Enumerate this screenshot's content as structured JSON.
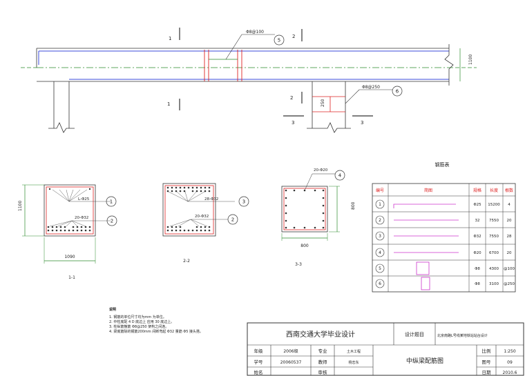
{
  "beam_elevation": {
    "sections": {
      "s1": "1",
      "s2": "2",
      "s3": "3"
    },
    "callouts": [
      {
        "id": "5",
        "label": "Φ8@100"
      },
      {
        "id": "6",
        "label": "Φ8@250"
      }
    ],
    "dimensions": {
      "depth": "1100",
      "small": "250"
    }
  },
  "section_views": [
    {
      "title": "1-1",
      "width": "1090",
      "height": "1100",
      "callouts": [
        {
          "id": "1",
          "label": "L-Φ25"
        },
        {
          "id": "2",
          "label": "20-Φ32"
        }
      ]
    },
    {
      "title": "2-2",
      "callouts": [
        {
          "id": "3",
          "label": "28-Φ32"
        },
        {
          "id": "2",
          "label": "20-Φ32"
        }
      ]
    },
    {
      "title": "3-3",
      "width": "800",
      "height": "800",
      "callouts": [
        {
          "id": "4",
          "label": "20-Φ20"
        }
      ]
    }
  ],
  "rebar_table": {
    "title": "钢筋表",
    "headers": [
      "编号",
      "简图",
      "规格",
      "长度",
      "根数"
    ],
    "rows": [
      {
        "no": "1",
        "spec": "Φ25",
        "length": "15200",
        "count": "4"
      },
      {
        "no": "2",
        "spec": "32",
        "length": "7550",
        "count": "20"
      },
      {
        "no": "3",
        "spec": "Φ32",
        "length": "7550",
        "count": "28"
      },
      {
        "no": "4",
        "spec": "Φ20",
        "length": "6700",
        "count": "20"
      },
      {
        "no": "5",
        "spec": "Φ8",
        "length": "4300",
        "count": "@100"
      },
      {
        "no": "6",
        "spec": "Φ8",
        "length": "3100",
        "count": "@250"
      }
    ]
  },
  "notes": {
    "heading": "说明",
    "items": [
      "1. 钢筋的单位尺寸均为mm 为单位。",
      "2. 中柱底配 4 D 底边上 应用 30 底边上。",
      "3. 柱纵筋箍筋 Φ8@250 架构之间连。",
      "4. 梁底筋除的钢筋200mm 间断弯起  Φ32 量筋 Φ5 接头搭。"
    ]
  },
  "title_block": {
    "school": "西南交通大学毕业设计",
    "project_label": "设计题目",
    "project_title": "北京南路L号线某地铁站站台设计",
    "drawing_title": "中纵梁配筋图",
    "rows": [
      {
        "label": "年级",
        "value": "2006级",
        "label2": "专业",
        "value2": "土木工程"
      },
      {
        "label": "学号",
        "value": "20060537",
        "label2": "教师",
        "value2": "杨志东"
      },
      {
        "label": "姓名",
        "value": "",
        "label2": "审核",
        "value2": ""
      }
    ],
    "right": [
      {
        "label": "比例",
        "value": "1:250"
      },
      {
        "label": "图号",
        "value": "09"
      },
      {
        "label": "日期",
        "value": "2010.6"
      }
    ]
  }
}
